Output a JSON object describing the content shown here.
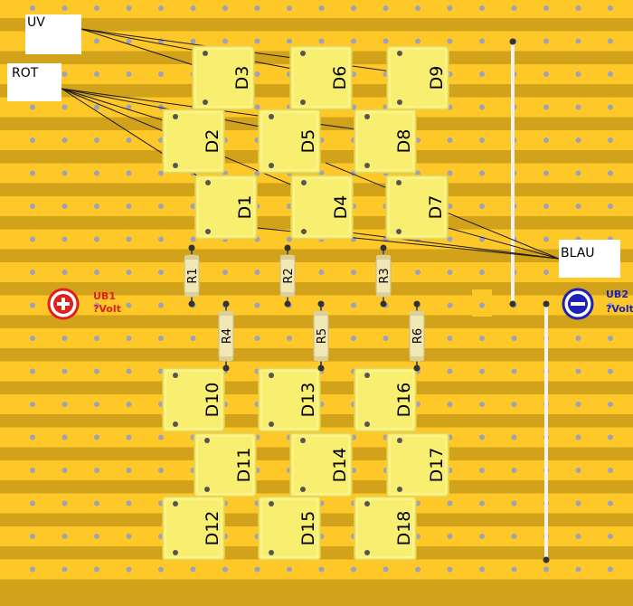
{
  "colors": {
    "board": "#d2a21a",
    "strip": "#ffc829",
    "hole": "#9ea2b8",
    "led_body": "#f8ef70",
    "led_edge": "#e2d350",
    "resistor": "#f1e7b4",
    "resistor_edge": "#cdbf86",
    "lead": "#2a2a2a",
    "wire": "#f2f2f2",
    "label_box": "#ffffff",
    "plus": "#e0201c",
    "minus": "#1c22b8",
    "ub1_text": "#e0201c",
    "ub2_text": "#1c22b8"
  },
  "labels": {
    "uv": "UV",
    "rot": "ROT",
    "blau": "BLAU"
  },
  "terminals": {
    "plus": {
      "icon": "plus-circle-icon",
      "name": "UB1",
      "value": "?Volt"
    },
    "minus": {
      "icon": "minus-circle-icon",
      "name": "UB2",
      "value": "?Volt"
    }
  },
  "leds": [
    "D1",
    "D2",
    "D3",
    "D4",
    "D5",
    "D6",
    "D7",
    "D8",
    "D9",
    "D10",
    "D11",
    "D12",
    "D13",
    "D14",
    "D15",
    "D16",
    "D17",
    "D18"
  ],
  "resistors": [
    "R1",
    "R2",
    "R3",
    "R4",
    "R5",
    "R6"
  ]
}
